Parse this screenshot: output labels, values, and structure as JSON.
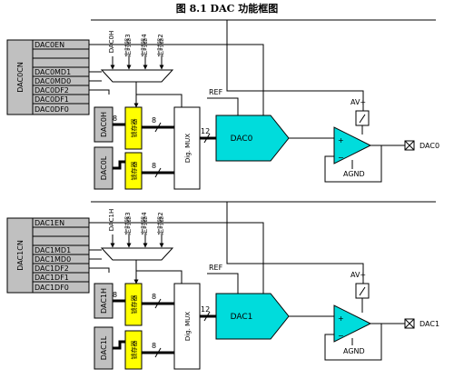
{
  "title": "图 8.1    DAC 功能框图",
  "blocks": [
    {
      "control_register": "DAC0CN",
      "register_bits": [
        "DAC0EN",
        "",
        "",
        "DAC0MD1",
        "DAC0MD0",
        "DAC0DF2",
        "DAC0DF1",
        "DAC0DF0"
      ],
      "trigger_inputs": [
        "DAC0H",
        "定时器3",
        "定时器4",
        "定时器2"
      ],
      "data_high": "DAC0H",
      "data_low": "DAC0L",
      "latch": "锁存器",
      "bus_width_8": "8",
      "bus_width_12": "12",
      "mux": "Dig. MUX",
      "ref": "REF",
      "dac": "DAC0",
      "avplus": "AV+",
      "agnd": "AGND",
      "output": "DAC0"
    },
    {
      "control_register": "DAC1CN",
      "register_bits": [
        "DAC1EN",
        "",
        "",
        "DAC1MD1",
        "DAC1MD0",
        "DAC1DF2",
        "DAC1DF1",
        "DAC1DF0"
      ],
      "trigger_inputs": [
        "DAC1H",
        "定时器3",
        "定时器4",
        "定时器2"
      ],
      "data_high": "DAC1H",
      "data_low": "DAC1L",
      "latch": "锁存器",
      "bus_width_8": "8",
      "bus_width_12": "12",
      "mux": "Dig. MUX",
      "ref": "REF",
      "dac": "DAC1",
      "avplus": "AV+",
      "agnd": "AGND",
      "output": "DAC1"
    }
  ],
  "colors": {
    "register_fill": "#c0c0c0",
    "latch_fill": "#ffff00",
    "dac_fill": "#00dcdc",
    "amp_fill": "#00dcdc",
    "line": "#000000"
  }
}
